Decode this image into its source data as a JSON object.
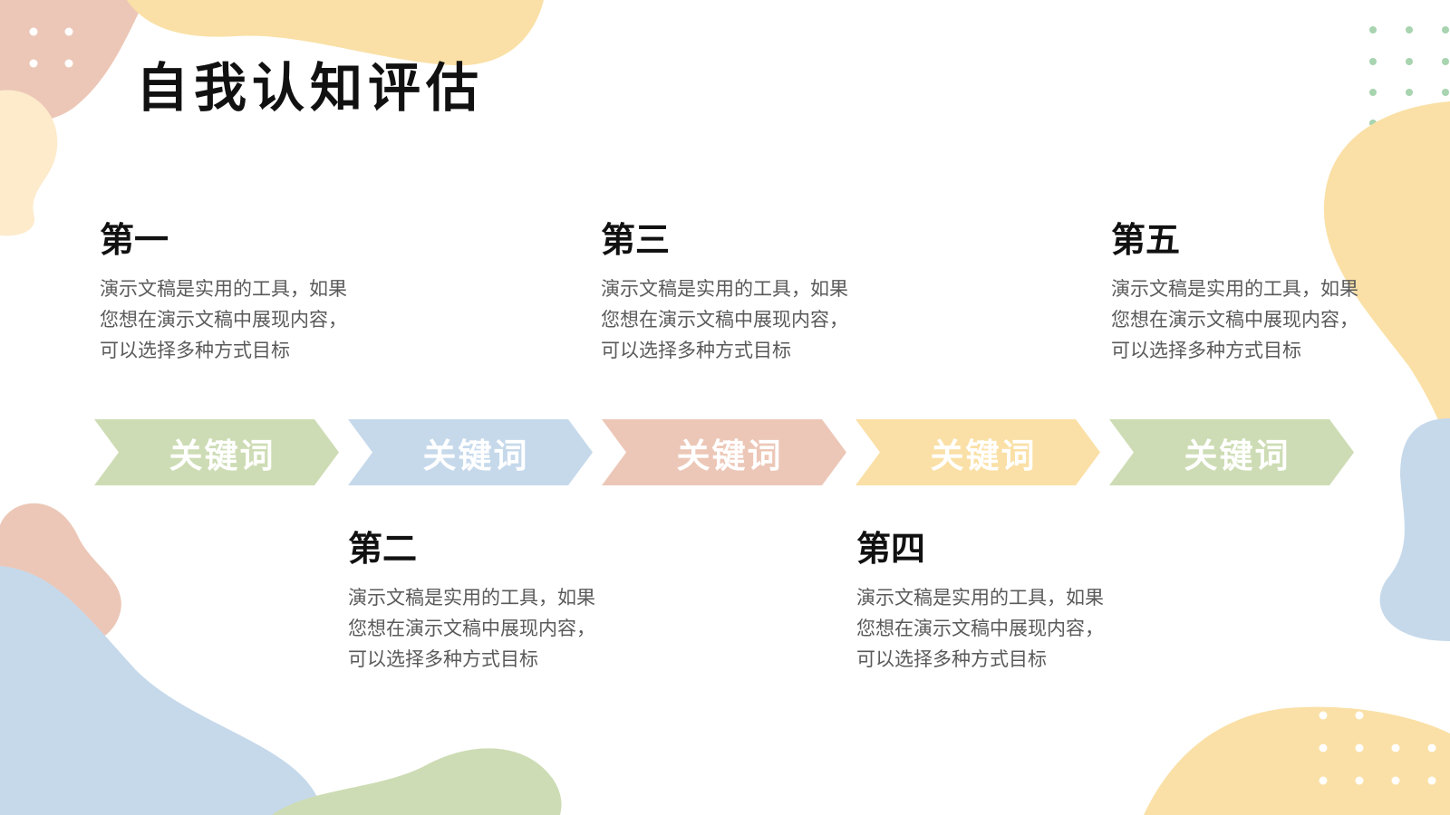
{
  "slide": {
    "title": "自我认知评估",
    "colors": {
      "green": "#cddcb4",
      "blue": "#c6d9eb",
      "pink": "#ecc7b7",
      "yellow": "#fae0a6",
      "cream": "#fdebcc",
      "dot_green": "#a8d4b0"
    }
  },
  "steps": [
    {
      "heading": "第一",
      "text": "演示文稿是实用的工具，如果您想在演示文稿中展现内容，可以选择多种方式目标"
    },
    {
      "heading": "第二",
      "text": "演示文稿是实用的工具，如果您想在演示文稿中展现内容，可以选择多种方式目标"
    },
    {
      "heading": "第三",
      "text": "演示文稿是实用的工具，如果您想在演示文稿中展现内容，可以选择多种方式目标"
    },
    {
      "heading": "第四",
      "text": "演示文稿是实用的工具，如果您想在演示文稿中展现内容，可以选择多种方式目标"
    },
    {
      "heading": "第五",
      "text": "演示文稿是实用的工具，如果您想在演示文稿中展现内容，可以选择多种方式目标"
    }
  ],
  "arrows": [
    {
      "label": "关键词",
      "color": "#cddcb4"
    },
    {
      "label": "关键词",
      "color": "#c6d9eb"
    },
    {
      "label": "关键词",
      "color": "#ecc7b7"
    },
    {
      "label": "关键词",
      "color": "#fae0a6"
    },
    {
      "label": "关键词",
      "color": "#cddcb4"
    }
  ]
}
